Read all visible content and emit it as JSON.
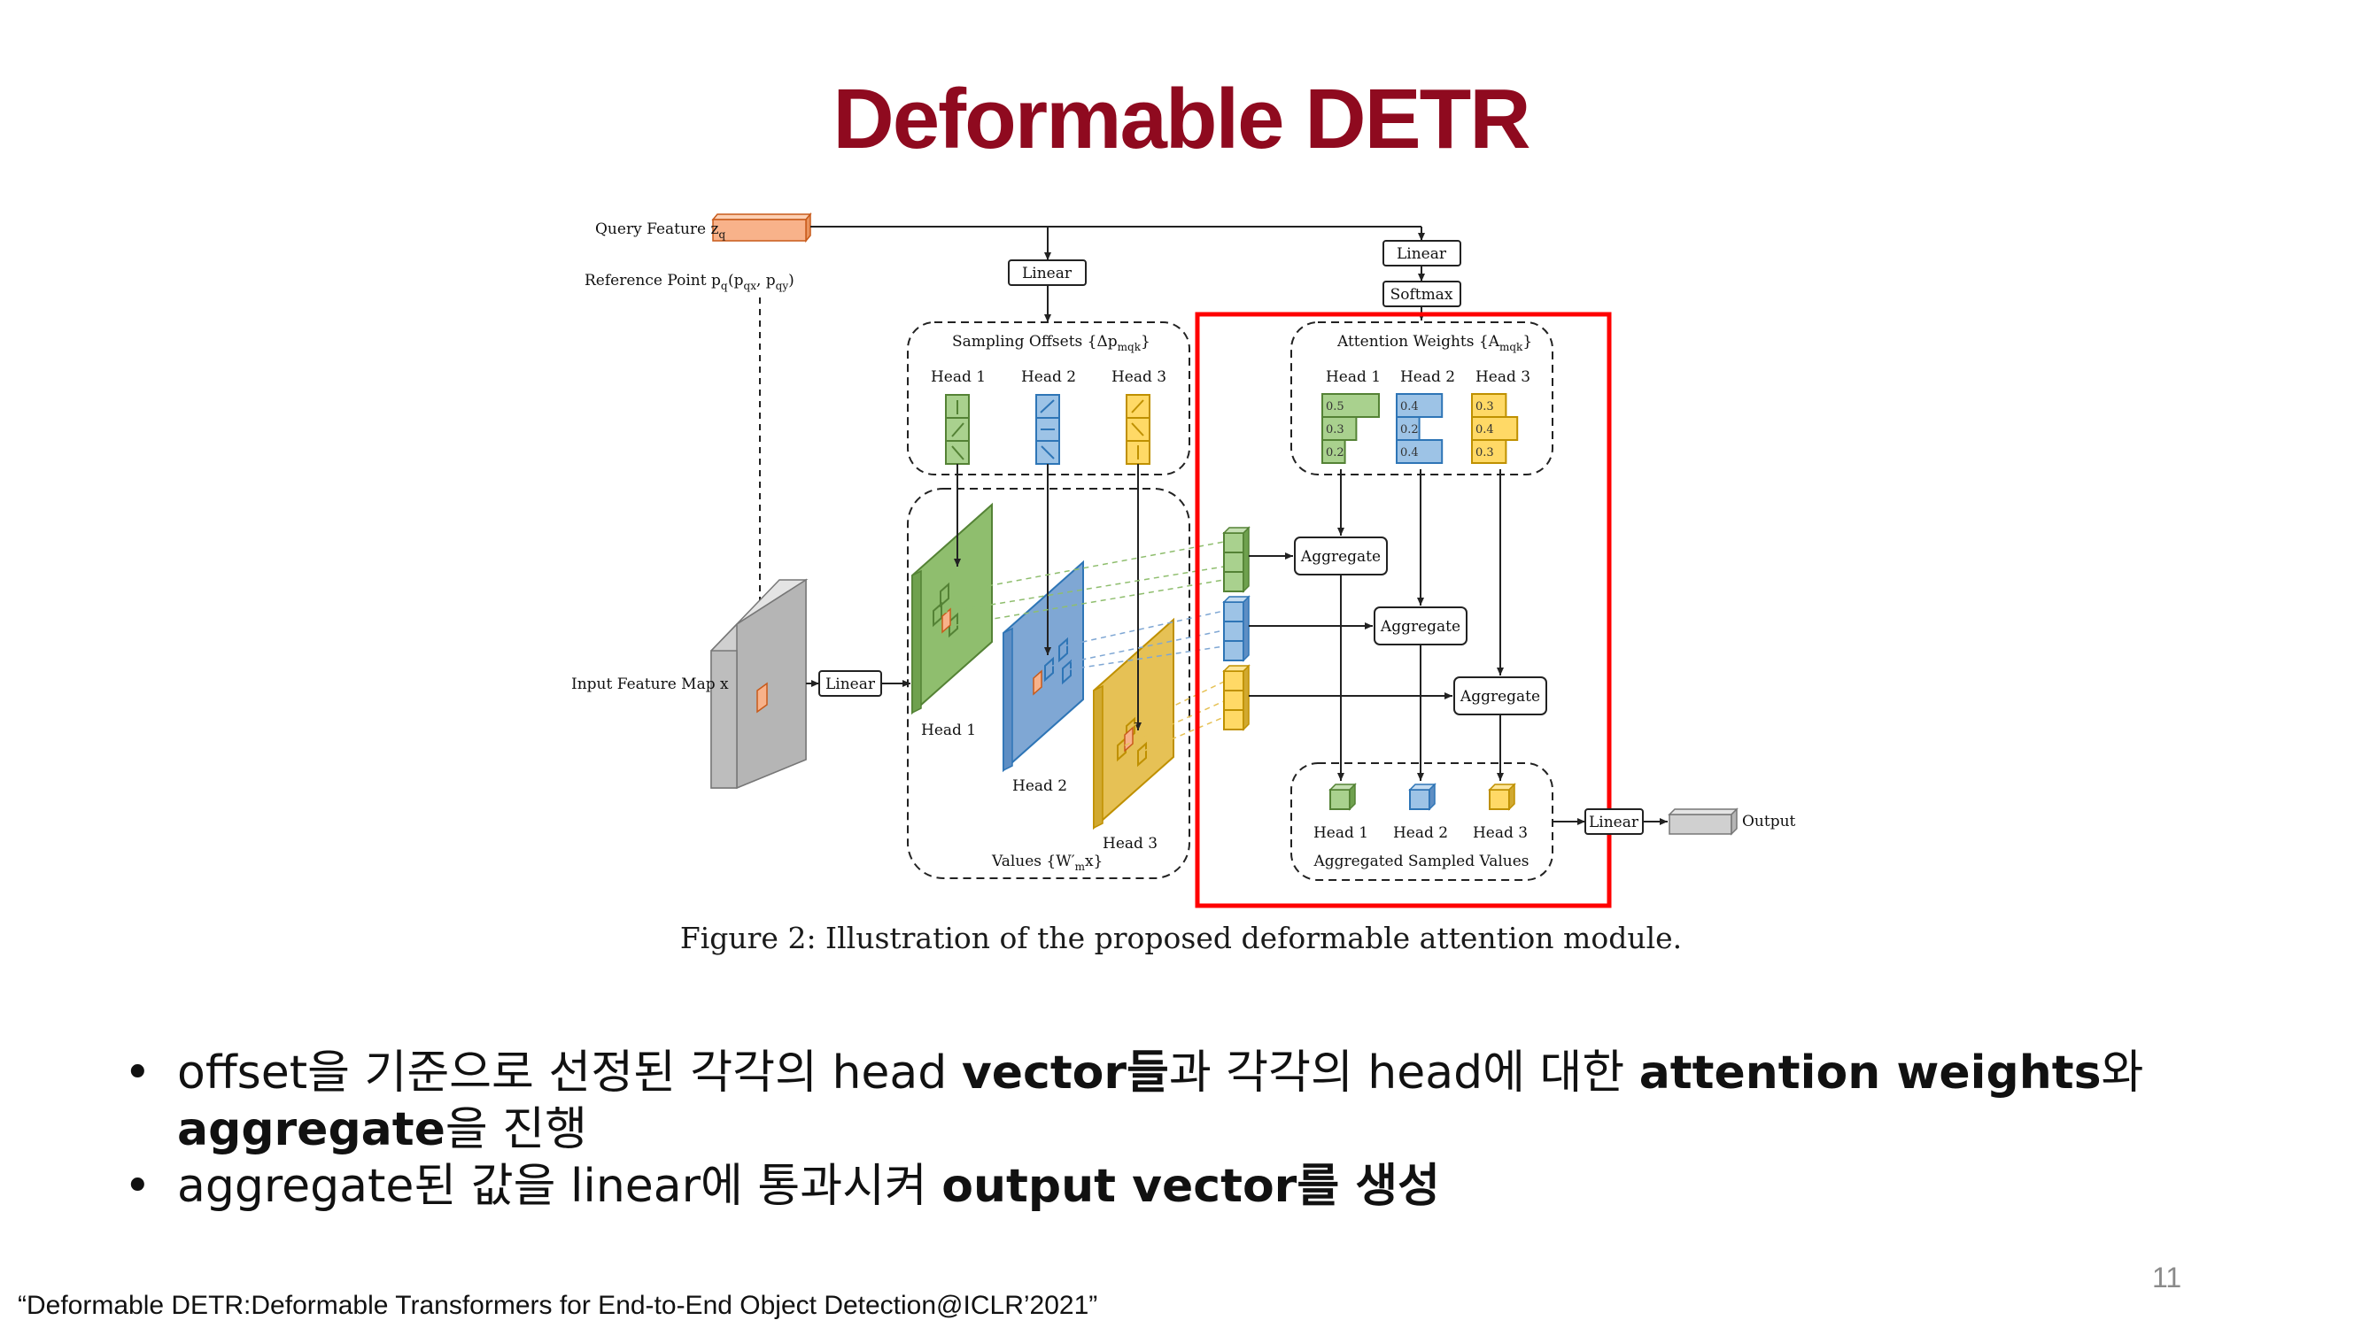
{
  "slide": {
    "title": "Deformable DETR",
    "page_number": "11",
    "citation": "“Deformable DETR:Deformable Transformers for End-to-End Object Detection@ICLR’2021”"
  },
  "figure": {
    "caption": "Figure 2: Illustration of the proposed deformable attention module.",
    "query_feature": "Query Feature z",
    "query_feature_sub": "q",
    "reference_point": "Reference Point p",
    "reference_point_sub": "q",
    "reference_coords": "(p",
    "reference_coords_qx": "qx",
    "reference_coords_sep": ", p",
    "reference_coords_qy": "qy",
    "reference_coords_end": ")",
    "input_feature_map": "Input Feature Map x",
    "linear": "Linear",
    "softmax": "Softmax",
    "sampling_offsets": "Sampling Offsets {Δp",
    "sampling_offsets_sub": "mqk",
    "sampling_offsets_end": "}",
    "attention_weights": "Attention Weights {A",
    "attention_weights_sub": "mqk",
    "attention_weights_end": "}",
    "values_label": "Values {W′",
    "values_label_sub": "m",
    "values_label_end": "x}",
    "aggregate": "Aggregate",
    "aggregated_sampled_values": "Aggregated Sampled Values",
    "output": "Output",
    "head_labels": [
      "Head 1",
      "Head 2",
      "Head 3"
    ],
    "attention_values": {
      "head1": [
        "0.5",
        "0.3",
        "0.2"
      ],
      "head2": [
        "0.4",
        "0.2",
        "0.4"
      ],
      "head3": [
        "0.3",
        "0.4",
        "0.3"
      ]
    },
    "colors": {
      "head1_fill": "#a9d18e",
      "head1_stroke": "#548235",
      "head2_fill": "#9dc3e6",
      "head2_stroke": "#2e75b6",
      "head3_fill": "#ffd966",
      "head3_stroke": "#bf9000",
      "query_fill": "#f8b28a",
      "highlight_box": "#ff0000",
      "title": "#8f0a1f"
    }
  },
  "bullets": [
    {
      "runs": [
        {
          "text": "offset을 기준으로 선정된 각각의 head ",
          "bold": false
        },
        {
          "text": "vector들",
          "bold": true
        },
        {
          "text": "과 각각의 head에 대한 ",
          "bold": false
        },
        {
          "text": "attention weights",
          "bold": true
        },
        {
          "text": "와 ",
          "bold": false
        },
        {
          "text": "aggregate",
          "bold": true
        },
        {
          "text": "을 진행",
          "bold": false
        }
      ]
    },
    {
      "runs": [
        {
          "text": "aggregate된 값을 linear에 통과시켜 ",
          "bold": false
        },
        {
          "text": "output vector를 생성",
          "bold": true
        }
      ]
    }
  ]
}
